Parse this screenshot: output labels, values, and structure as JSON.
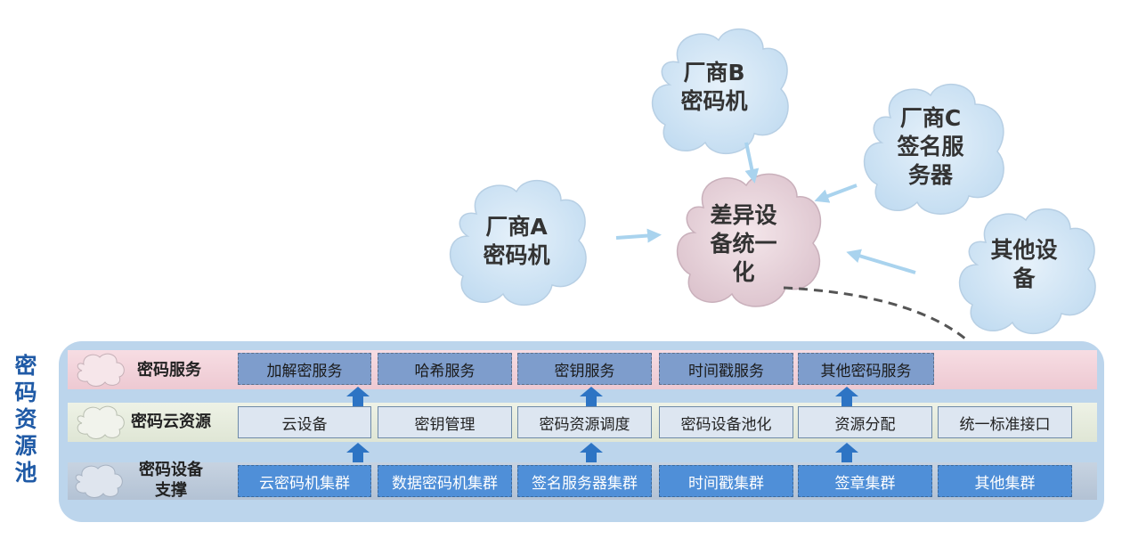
{
  "side_title": "密码资源池",
  "clouds": {
    "center": "差异设\n备统一\n化",
    "vendor_a": "厂商A\n密码机",
    "vendor_b": "厂商B\n密码机",
    "vendor_c": "厂商C\n签名服\n务器",
    "other": "其他设\n备"
  },
  "layers": {
    "service": {
      "label": "密码服务",
      "items": [
        "加解密服务",
        "哈希服务",
        "密钥服务",
        "时间戳服务",
        "其他密码服务"
      ]
    },
    "resource": {
      "label": "密码云资源",
      "items": [
        "云设备",
        "密钥管理",
        "密码资源调度",
        "密码设备池化",
        "资源分配",
        "统一标准接口"
      ]
    },
    "support": {
      "label": "密码设备\n支撑",
      "items": [
        "云密码机集群",
        "数据密码机集群",
        "签名服务器集群",
        "时间戳集群",
        "签章集群",
        "其他集群"
      ]
    }
  },
  "colors": {
    "cloud_fill": "#cfe3f4",
    "cloud_center_fill": "#ead5dc",
    "arrow_light": "#a9d3ee",
    "arrow_dark": "#2d74c4",
    "dashed_arrow": "#555555"
  }
}
